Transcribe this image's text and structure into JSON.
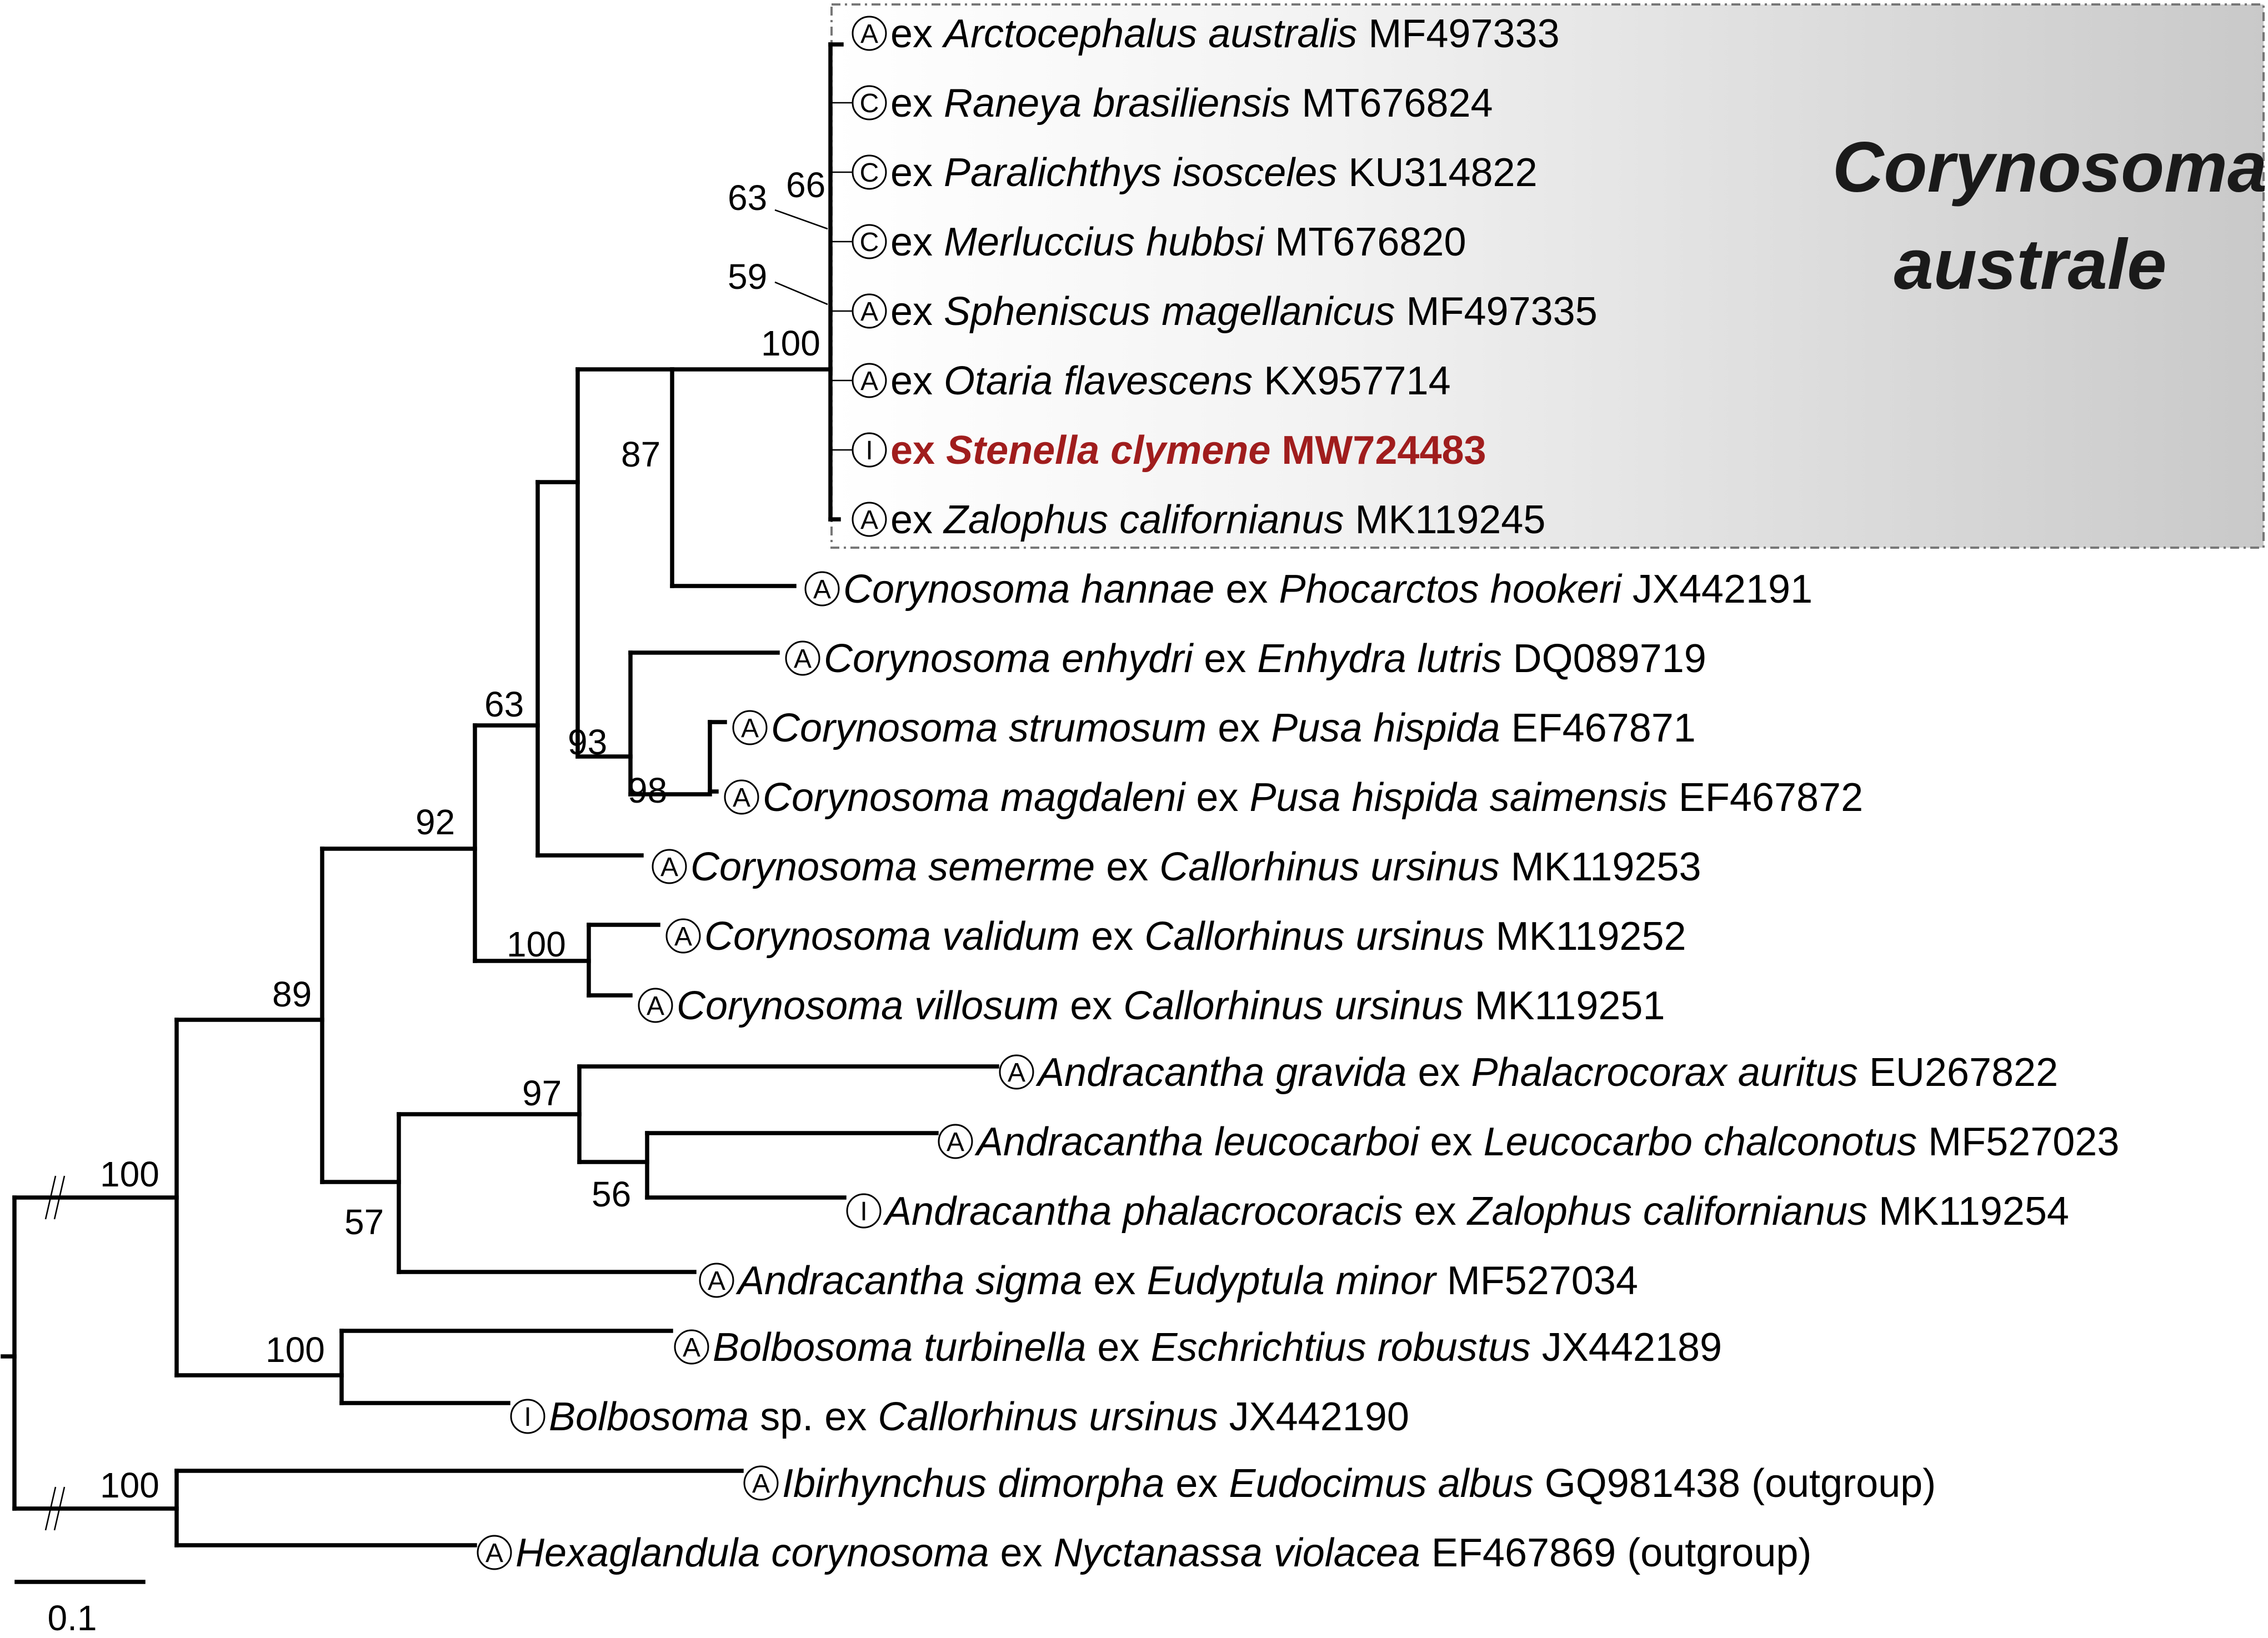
{
  "clade": {
    "title_line1": "Corynosoma",
    "title_line2": "australe"
  },
  "scale_bar": {
    "label": "0.1"
  },
  "taxa": [
    {
      "host_group": "A",
      "parts": [
        [
          "ex ",
          false
        ],
        [
          "Arctocephalus australis",
          true
        ],
        [
          " MF497333",
          false
        ]
      ]
    },
    {
      "host_group": "C",
      "parts": [
        [
          "ex ",
          false
        ],
        [
          "Raneya brasiliensis",
          true
        ],
        [
          " MT676824",
          false
        ]
      ]
    },
    {
      "host_group": "C",
      "parts": [
        [
          "ex ",
          false
        ],
        [
          "Paralichthys isosceles",
          true
        ],
        [
          " KU314822",
          false
        ]
      ]
    },
    {
      "host_group": "C",
      "parts": [
        [
          "ex ",
          false
        ],
        [
          "Merluccius hubbsi",
          true
        ],
        [
          " MT676820",
          false
        ]
      ]
    },
    {
      "host_group": "A",
      "parts": [
        [
          "ex ",
          false
        ],
        [
          "Spheniscus magellanicus",
          true
        ],
        [
          " MF497335",
          false
        ]
      ]
    },
    {
      "host_group": "A",
      "parts": [
        [
          "ex ",
          false
        ],
        [
          "Otaria flavescens",
          true
        ],
        [
          " KX957714",
          false
        ]
      ]
    },
    {
      "host_group": "I",
      "highlight": true,
      "parts": [
        [
          "ex ",
          false
        ],
        [
          "Stenella clymene",
          true
        ],
        [
          " MW724483",
          false
        ]
      ]
    },
    {
      "host_group": "A",
      "parts": [
        [
          "ex ",
          false
        ],
        [
          "Zalophus californianus",
          true
        ],
        [
          " MK119245",
          false
        ]
      ]
    },
    {
      "host_group": "A",
      "parts": [
        [
          "Corynosoma hannae",
          true
        ],
        [
          " ex ",
          false
        ],
        [
          "Phocarctos hookeri",
          true
        ],
        [
          " JX442191",
          false
        ]
      ]
    },
    {
      "host_group": "A",
      "parts": [
        [
          "Corynosoma enhydri",
          true
        ],
        [
          " ex ",
          false
        ],
        [
          "Enhydra lutris",
          true
        ],
        [
          " DQ089719",
          false
        ]
      ]
    },
    {
      "host_group": "A",
      "parts": [
        [
          "Corynosoma strumosum",
          true
        ],
        [
          " ex ",
          false
        ],
        [
          "Pusa hispida",
          true
        ],
        [
          " EF467871",
          false
        ]
      ]
    },
    {
      "host_group": "A",
      "parts": [
        [
          "Corynosoma magdaleni",
          true
        ],
        [
          " ex ",
          false
        ],
        [
          "Pusa hispida saimensis",
          true
        ],
        [
          " EF467872",
          false
        ]
      ]
    },
    {
      "host_group": "A",
      "parts": [
        [
          "Corynosoma semerme",
          true
        ],
        [
          " ex ",
          false
        ],
        [
          "Callorhinus ursinus",
          true
        ],
        [
          " MK119253",
          false
        ]
      ]
    },
    {
      "host_group": "A",
      "parts": [
        [
          "Corynosoma validum",
          true
        ],
        [
          " ex ",
          false
        ],
        [
          "Callorhinus ursinus",
          true
        ],
        [
          " MK119252",
          false
        ]
      ]
    },
    {
      "host_group": "A",
      "parts": [
        [
          "Corynosoma villosum",
          true
        ],
        [
          " ex ",
          false
        ],
        [
          "Callorhinus ursinus",
          true
        ],
        [
          " MK119251",
          false
        ]
      ]
    },
    {
      "host_group": "A",
      "parts": [
        [
          "Andracantha gravida",
          true
        ],
        [
          " ex ",
          false
        ],
        [
          "Phalacrocorax auritus",
          true
        ],
        [
          " EU267822",
          false
        ]
      ]
    },
    {
      "host_group": "A",
      "parts": [
        [
          "Andracantha leucocarboi",
          true
        ],
        [
          " ex ",
          false
        ],
        [
          "Leucocarbo chalconotus",
          true
        ],
        [
          " MF527023",
          false
        ]
      ]
    },
    {
      "host_group": "I",
      "parts": [
        [
          "Andracantha phalacrocoracis",
          true
        ],
        [
          " ex ",
          false
        ],
        [
          "Zalophus californianus",
          true
        ],
        [
          " MK119254",
          false
        ]
      ]
    },
    {
      "host_group": "A",
      "parts": [
        [
          "Andracantha sigma",
          true
        ],
        [
          " ex ",
          false
        ],
        [
          "Eudyptula minor",
          true
        ],
        [
          " MF527034",
          false
        ]
      ]
    },
    {
      "host_group": "A",
      "parts": [
        [
          "Bolbosoma turbinella",
          true
        ],
        [
          " ex ",
          false
        ],
        [
          "Eschrichtius robustus",
          true
        ],
        [
          " JX442189",
          false
        ]
      ]
    },
    {
      "host_group": "I",
      "parts": [
        [
          "Bolbosoma",
          true
        ],
        [
          " sp. ex ",
          false
        ],
        [
          "Callorhinus ursinus",
          true
        ],
        [
          " JX442190",
          false
        ]
      ]
    },
    {
      "host_group": "A",
      "parts": [
        [
          "Ibirhynchus dimorpha",
          true
        ],
        [
          " ex ",
          false
        ],
        [
          "Eudocimus albus",
          true
        ],
        [
          " GQ981438 (outgroup)",
          false
        ]
      ]
    },
    {
      "host_group": "A",
      "parts": [
        [
          "Hexaglandula corynosoma",
          true
        ],
        [
          " ex ",
          false
        ],
        [
          "Nyctanassa violacea",
          true
        ],
        [
          " EF467869 (outgroup)",
          false
        ]
      ]
    }
  ],
  "bootstrap": [
    "100",
    "100",
    "89",
    "57",
    "92",
    "97",
    "56",
    "100",
    "63",
    "100",
    "87",
    "93",
    "98",
    "100",
    "63",
    "66",
    "59"
  ]
}
